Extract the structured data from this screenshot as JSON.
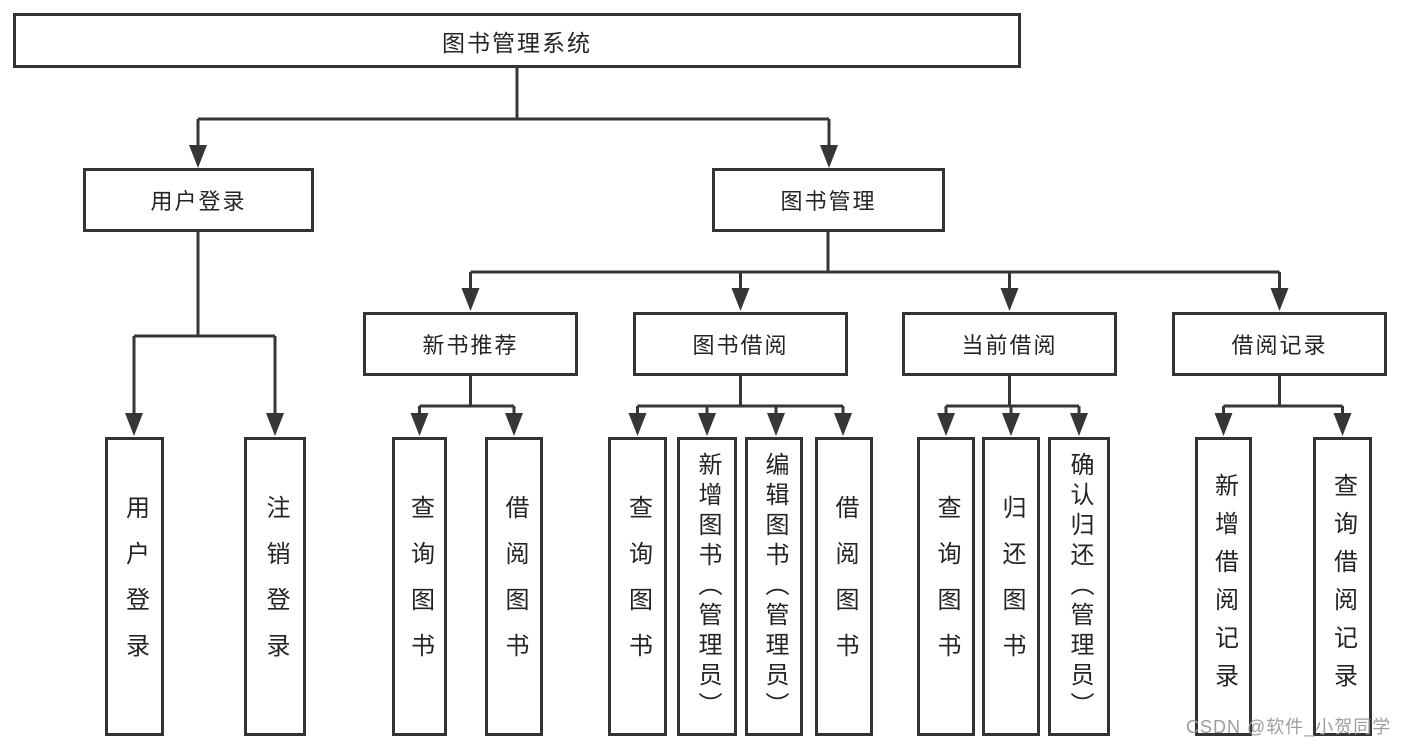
{
  "tree": {
    "root": {
      "label": "图书管理系统"
    },
    "branches": [
      {
        "label": "用户登录",
        "children": [
          {
            "label": "用户登录"
          },
          {
            "label": "注销登录"
          }
        ]
      },
      {
        "label": "图书管理",
        "groups": [
          {
            "label": "新书推荐",
            "children": [
              {
                "label": "查询图书"
              },
              {
                "label": "借阅图书"
              }
            ]
          },
          {
            "label": "图书借阅",
            "children": [
              {
                "label": "查询图书"
              },
              {
                "label": "新增图书（管理员）"
              },
              {
                "label": "编辑图书（管理员）"
              },
              {
                "label": "借阅图书"
              }
            ]
          },
          {
            "label": "当前借阅",
            "children": [
              {
                "label": "查询图书"
              },
              {
                "label": "归还图书"
              },
              {
                "label": "确认归还（管理员）"
              }
            ]
          },
          {
            "label": "借阅记录",
            "children": [
              {
                "label": "新增借阅记录"
              },
              {
                "label": "查询借阅记录"
              }
            ]
          }
        ]
      }
    ]
  },
  "watermark": {
    "text": "CSDN @软件_小贺同学"
  },
  "colors": {
    "line": "#363636",
    "box_border": "#333333",
    "box_fill": "#ffffff",
    "text": "#242424",
    "watermark": "#9e9e9e"
  }
}
